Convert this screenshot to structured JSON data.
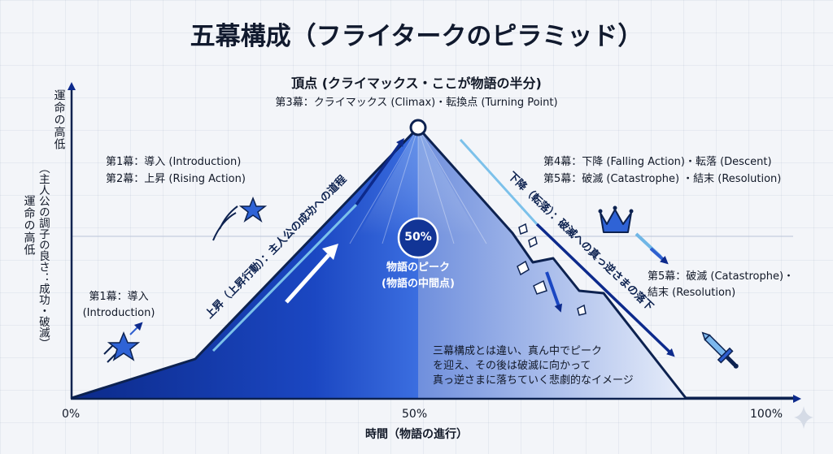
{
  "title": "五幕構成（フライタークのピラミッド）",
  "axes": {
    "y_label_1": "運命の高低",
    "y_label_2": "（主人公の調子の良さ：成功・破滅）",
    "y_label_3": "運命の高低",
    "x_label": "時間（物語の進行）",
    "x_ticks": [
      "0%",
      "50%",
      "100%"
    ]
  },
  "climax": {
    "title": "頂点 (クライマックス・ここが物語の半分)",
    "subtitle": "第3幕：クライマックス (Climax)・転換点 (Turning Point)"
  },
  "left_labels": {
    "act1_upper": "第1幕：導入 (Introduction)",
    "act2_upper": "第2幕：上昇 (Rising Action)",
    "act1_lower_1": "第1幕：導入",
    "act1_lower_2": "(Introduction)"
  },
  "right_labels": {
    "act4": "第4幕：下降 (Falling Action)・転落 (Descent)",
    "act5": "第5幕：破滅 (Catastrophe) ・結末 (Resolution)",
    "act5_lower_1": "第5幕：破滅 (Catastrophe)・",
    "act5_lower_2": "結末 (Resolution)"
  },
  "diagonal_labels": {
    "rising": "上昇（上昇行動）：主人公の成功への道程",
    "falling": "下降（転落）：破滅への真っ逆さまの落下"
  },
  "midpoint": {
    "badge": "50%",
    "label_1": "物語のピーク",
    "label_2": "(物語の中間点)"
  },
  "note": {
    "line_1": "三幕構成とは違い、真ん中でピーク",
    "line_2": "を迎え、その後は破滅に向かって",
    "line_3": "真っ逆さまに落ちていく悲劇的なイメージ"
  },
  "colors": {
    "navy": "#0d2a8c",
    "mid_blue": "#2f5fcf",
    "light_blue": "#6fb6e6",
    "accent_star": "#2f63d6"
  },
  "icons": [
    "star-icon",
    "crown-icon",
    "sword-icon",
    "debris-icon",
    "sparkle-icon"
  ]
}
